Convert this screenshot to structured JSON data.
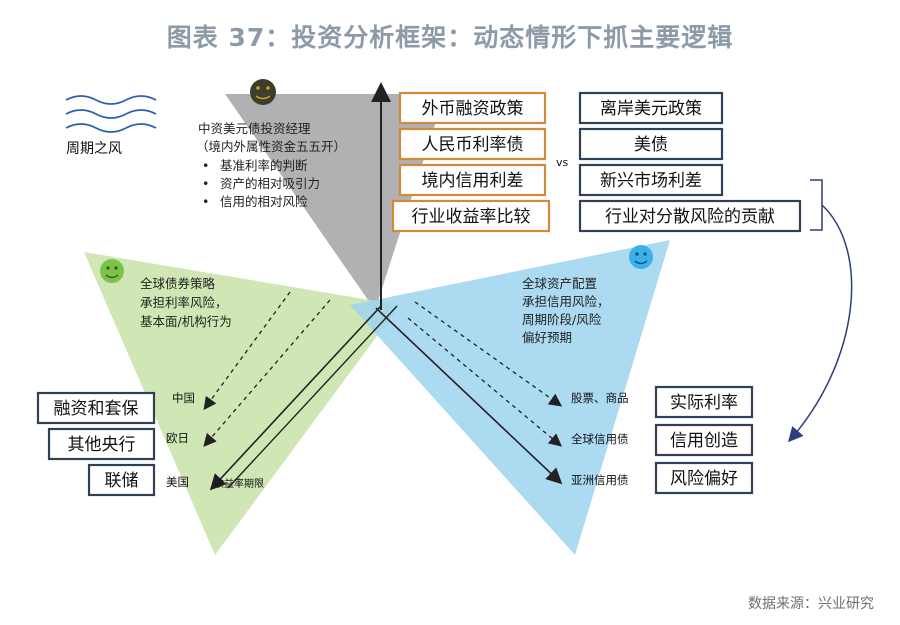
{
  "title": "图表 37：投资分析框架：动态情形下抓主要逻辑",
  "source": "数据来源：兴业研究",
  "cycle_label": "周期之风",
  "top_note": {
    "heading": "中资美元债投资经理",
    "subheading": "（境内外属性资金五五开）",
    "bullets": [
      "基准利率的判断",
      "资产的相对吸引力",
      "信用的相对风险"
    ]
  },
  "center_left_boxes": [
    "外币融资政策",
    "人民币利率债",
    "境内信用利差",
    "行业收益率比较"
  ],
  "vs_label": "vs",
  "center_right_boxes": [
    "离岸美元政策",
    "美债",
    "新兴市场利差",
    "行业对分散风险的贡献"
  ],
  "left_note": [
    "全球债券策略",
    "承担利率风险，",
    "基本面/机构行为"
  ],
  "left_axis_labels": [
    "中国",
    "欧日",
    "美国",
    "收益率期限"
  ],
  "left_boxes": [
    "融资和套保",
    "其他央行",
    "联储"
  ],
  "right_note": [
    "全球资产配置",
    "承担信用风险，",
    "周期阶段/风险",
    "偏好预期"
  ],
  "right_axis_labels": [
    "股票、商品",
    "全球信用债",
    "亚洲信用债"
  ],
  "right_boxes": [
    "实际利率",
    "信用创造",
    "风险偏好"
  ],
  "colors": {
    "top_triangle": "#a8a9ab",
    "left_triangle": "#c8e3a8",
    "right_triangle": "#9ed4ef",
    "orange_box": "#d08a3a",
    "dark_box": "#2e4057",
    "face_dark": "#3d3d2a",
    "face_green": "#7cc24b",
    "face_blue": "#39b2e9"
  },
  "icons": [
    "wavy-lines-icon",
    "neutral-face-icon",
    "smiley-face-icon"
  ]
}
